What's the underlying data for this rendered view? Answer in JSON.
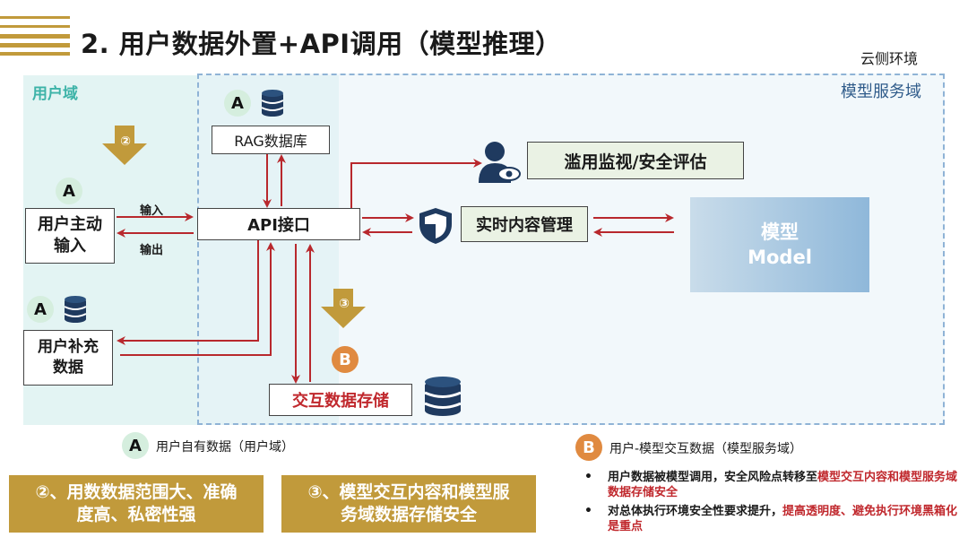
{
  "title": "2. 用户数据外置+API调用（模型推理）",
  "cloud_env": "云侧环境",
  "user_domain": "用户域",
  "model_domain": "模型服务域",
  "nodes": {
    "rag_db": "RAG数据库",
    "user_active_input": "用户主动\n输入",
    "api": "API接口",
    "user_supplement": "用户补充\n数据",
    "abuse_monitor": "滥用监视/安全评估",
    "realtime_content": "实时内容管理",
    "model": "模型\nModel",
    "interaction_storage": "交互数据存储"
  },
  "edge_labels": {
    "input": "输入",
    "output": "输出"
  },
  "badges": {
    "a": "A",
    "b": "B",
    "two": "②",
    "three": "③"
  },
  "legend": {
    "a_text": "用户自有数据（用户域）",
    "b_text": "用户-模型交互数据（模型服务域）"
  },
  "summary_boxes": {
    "box1": "②、用数数据范围大、准确\n度高、私密性强",
    "box2": "③、模型交互内容和模型服\n务域数据存储安全"
  },
  "bullets": [
    {
      "plain": "用户数据被模型调用，安全风险点转移至",
      "red": "模型交互内容和模型服务域数据存储安全"
    },
    {
      "plain": "对总体执行环境安全性要求提升，",
      "red": "提高透明度、避免执行环境黑箱化是重点"
    }
  ],
  "colors": {
    "gold": "#c19a3b",
    "teal": "#3db3a8",
    "arrow_red": "#b8282d",
    "navy": "#1f3a5f"
  }
}
